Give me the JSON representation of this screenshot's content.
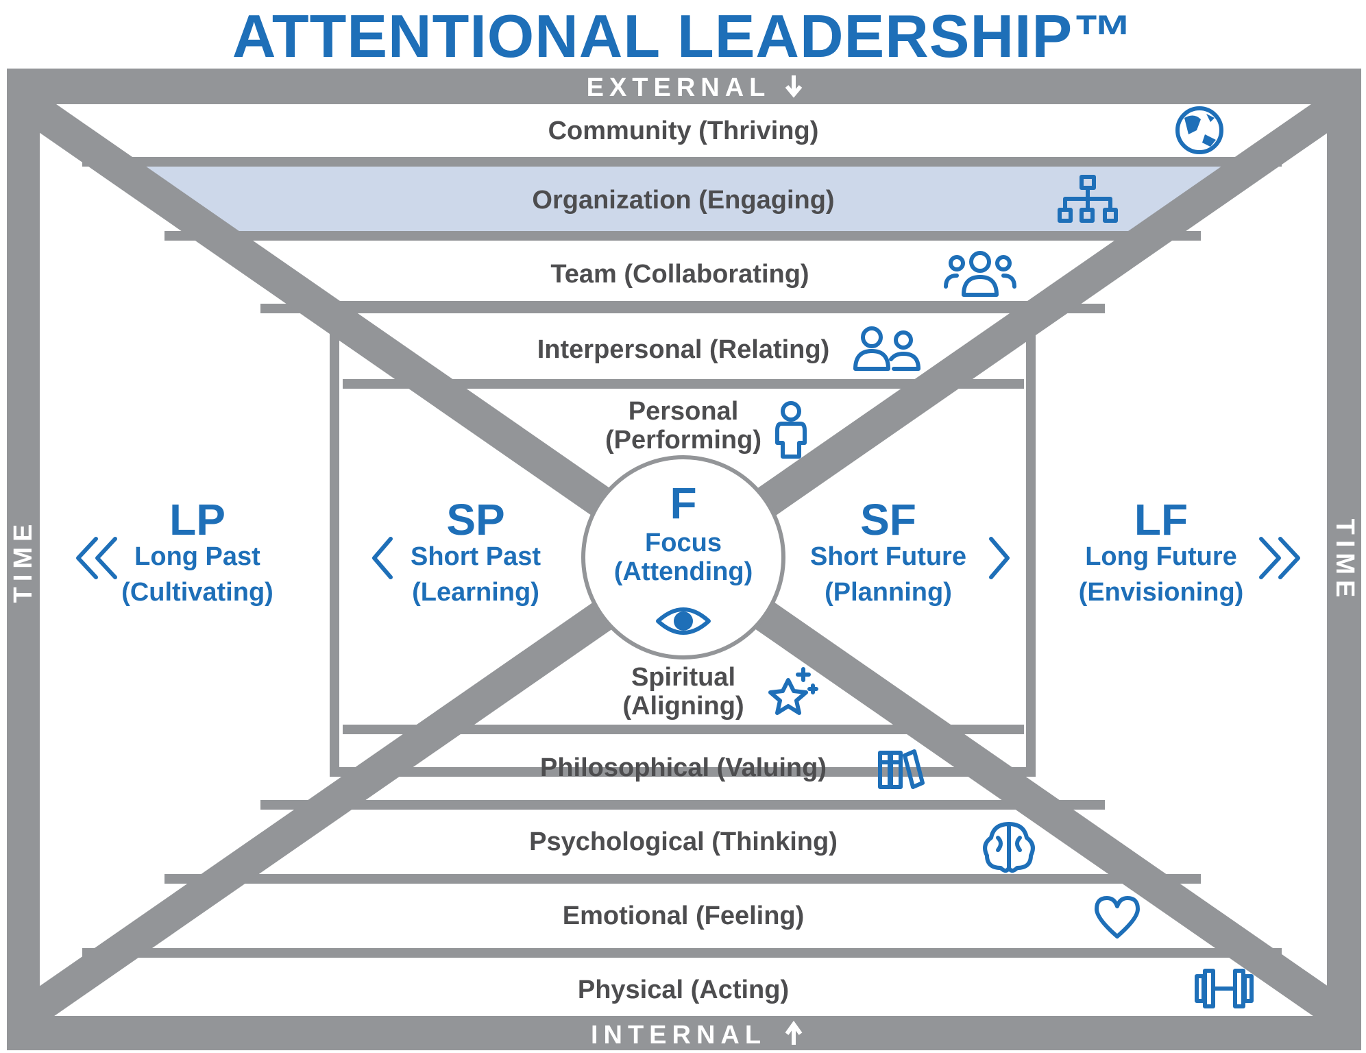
{
  "title": "ATTENTIONAL LEADERSHIP™",
  "edges": {
    "top": "EXTERNAL",
    "bottom": "INTERNAL",
    "left": "TIME",
    "right": "TIME"
  },
  "levels": [
    {
      "label": "Community (Thriving)",
      "icon": "globe-icon"
    },
    {
      "label": "Organization (Engaging)",
      "icon": "org-chart-icon",
      "highlight": "#cdd8ea"
    },
    {
      "label": "Team (Collaborating)",
      "icon": "team-icon"
    },
    {
      "label": "Interpersonal (Relating)",
      "icon": "two-people-icon"
    },
    {
      "label": "Personal",
      "label2": "(Performing)",
      "icon": "person-icon"
    },
    {
      "label": "Spiritual",
      "label2": "(Aligning)",
      "icon": "stars-icon"
    },
    {
      "label": "Philosophical (Valuing)",
      "icon": "books-icon"
    },
    {
      "label": "Psychological (Thinking)",
      "icon": "brain-icon"
    },
    {
      "label": "Emotional (Feeling)",
      "icon": "heart-icon"
    },
    {
      "label": "Physical (Acting)",
      "icon": "dumbbell-icon"
    }
  ],
  "time": {
    "long_past": {
      "code": "LP",
      "name": "Long Past",
      "verb": "(Cultivating)",
      "icon": "double-chevron-left-icon"
    },
    "short_past": {
      "code": "SP",
      "name": "Short Past",
      "verb": "(Learning)",
      "icon": "chevron-left-icon"
    },
    "focus": {
      "code": "F",
      "name": "Focus",
      "verb": "(Attending)",
      "icon": "eye-icon"
    },
    "short_future": {
      "code": "SF",
      "name": "Short Future",
      "verb": "(Planning)",
      "icon": "chevron-right-icon"
    },
    "long_future": {
      "code": "LF",
      "name": "Long Future",
      "verb": "(Envisioning)",
      "icon": "double-chevron-right-icon"
    }
  },
  "colors": {
    "frame": "#939598",
    "accent": "#1e6fb8",
    "text": "#4d4d4f",
    "highlight": "#cdd8ea"
  }
}
